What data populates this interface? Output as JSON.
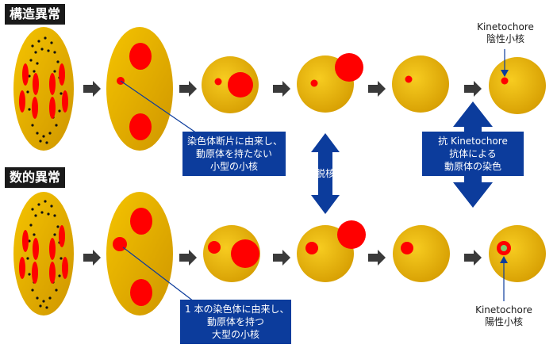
{
  "labels": {
    "structural": "構造異常",
    "numerical": "数的異常"
  },
  "notes": {
    "top_fragment": [
      "染色体断片に由来し、",
      "動原体を持たない",
      "小型の小核"
    ],
    "bottom_whole": [
      "1 本の染色体に由来し、",
      "動原体を持つ",
      "大型の小核"
    ],
    "enucleation": "脱核",
    "antibody": [
      "抗 Kinetochore",
      "抗体による",
      "動原体の染色"
    ]
  },
  "kinetochore": {
    "negative": [
      "Kinetochore",
      "陰性小核"
    ],
    "positive": [
      "Kinetochore",
      "陽性小核"
    ]
  },
  "colors": {
    "cell_gold": "#e0a800",
    "cell_light": "#f5c800",
    "nucleus_red": "#ff0000",
    "arrow_gray": "#3a3a3a",
    "arrow_blue": "#0c3c9c",
    "kinetochore_green": "#7dcf6a"
  }
}
